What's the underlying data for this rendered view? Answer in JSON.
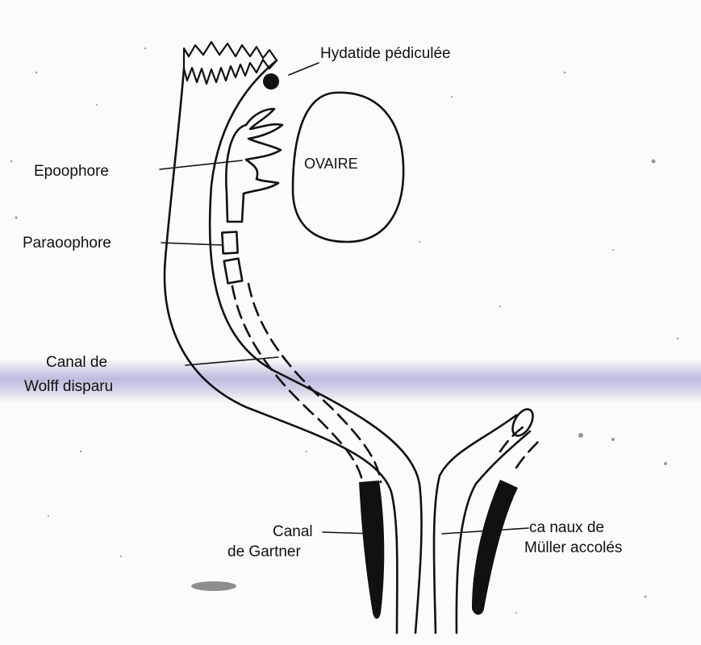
{
  "labels": {
    "hydatide": "Hydatide pédiculée",
    "ovaire": "OVAIRE",
    "epoophore": "Epoophore",
    "paraoophore": "Paraoophore",
    "wolff_line1": "Canal de",
    "wolff_line2": "Wolff disparu",
    "gartner_line1": "Canal",
    "gartner_line2": "de Gartner",
    "muller_line1": "ca naux de",
    "muller_line2": "Müller accolés"
  },
  "colors": {
    "ink": "#111111",
    "band": "#8a88c8",
    "paper": "#fbfbfa"
  }
}
